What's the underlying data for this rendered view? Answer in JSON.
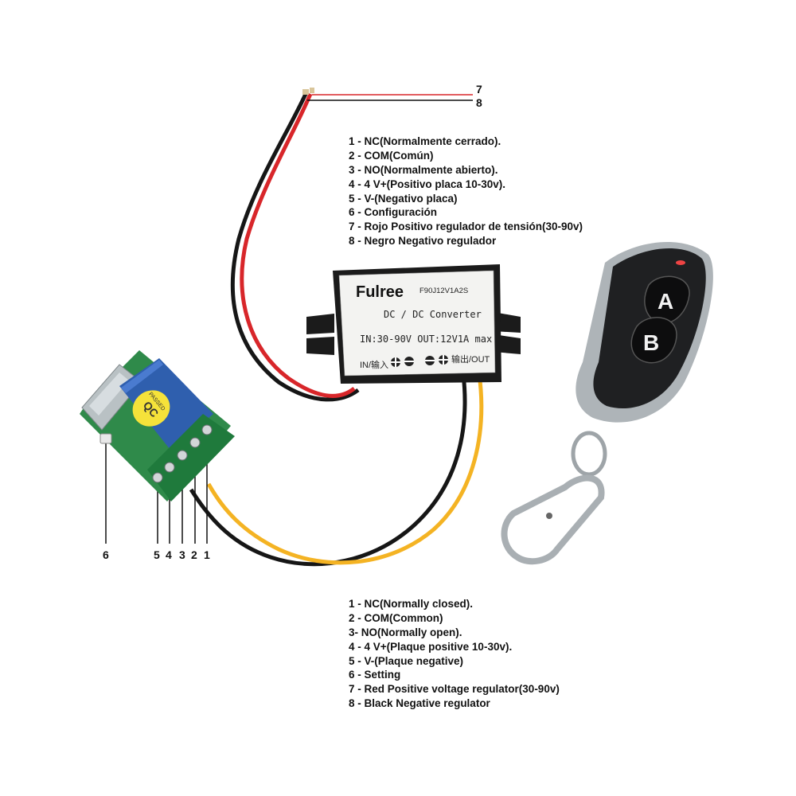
{
  "legend_es": [
    "1 - NC(Normalmente cerrado).",
    "2 - COM(Común)",
    "3 - NO(Normalmente abierto).",
    "4 - 4 V+(Positivo placa 10-30v).",
    "5 - V-(Negativo placa)",
    "6 - Configuración",
    "7 - Rojo Positivo regulador de tensión(30-90v)",
    "8 - Negro Negativo regulador"
  ],
  "legend_en": [
    "1 - NC(Normally closed).",
    "2 - COM(Common)",
    "3- NO(Normally open).",
    "4 - 4 V+(Plaque positive 10-30v).",
    "5 - V-(Plaque negative)",
    "6 - Setting",
    "7 - Red Positive voltage regulator(30-90v)",
    "8 - Black Negative regulator"
  ],
  "callouts": {
    "wire_red": "7",
    "wire_black": "8",
    "setting": "6",
    "terminal_5": "5",
    "terminal_4": "4",
    "terminal_3": "3",
    "terminal_2": "2",
    "terminal_1": "1"
  },
  "converter": {
    "brand": "Fulree",
    "model": "F90J12V1A2S",
    "line1": "DC / DC Converter",
    "line2": "IN:30-90V  OUT:12V1A  max",
    "in_label": "IN/输入",
    "out_label": "输出/OUT"
  },
  "relay_board": {
    "sticker_line1": "QC",
    "sticker_line2": "PASSED"
  },
  "remote": {
    "button_a": "A",
    "button_b": "B"
  },
  "colors": {
    "wire_red": "#d8262a",
    "wire_black": "#161616",
    "wire_yellow": "#f4b323",
    "pcb_green": "#2f8a4a",
    "relay_blue": "#2f5fae",
    "converter_black": "#1b1b1b"
  }
}
